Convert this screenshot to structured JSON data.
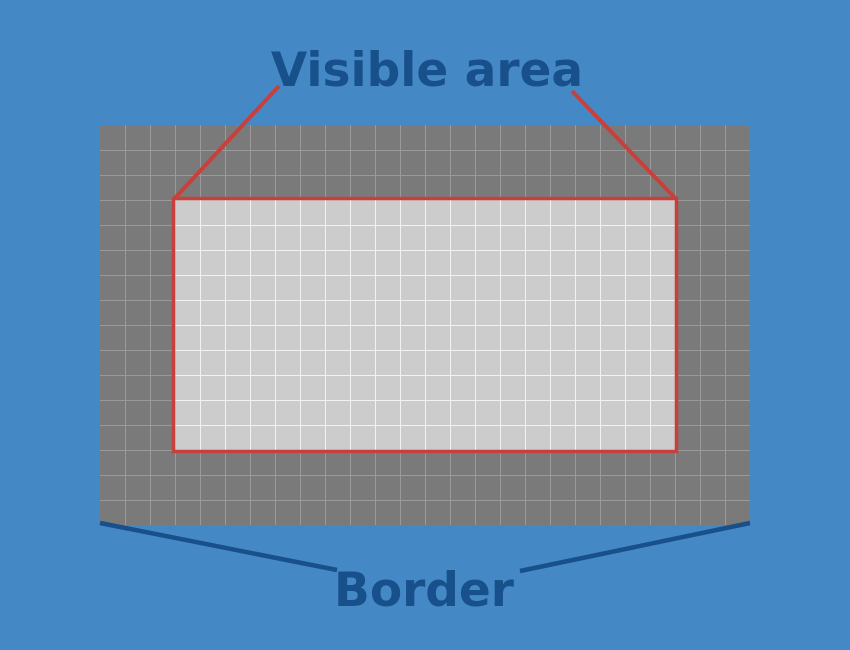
{
  "labels": {
    "visible_area": "Visible area",
    "border": "Border"
  },
  "colors": {
    "background": "#4488c6",
    "border_fill": "#7a7a7a",
    "border_grid": "#9a9a9a",
    "visible_fill": "#cccccc",
    "visible_grid": "#f2f2f2",
    "visible_outline": "#c8403c",
    "visible_callout": "#c8403c",
    "border_callout": "#17508a",
    "label_text": "#17508a"
  },
  "grid": {
    "columns": 26,
    "rows": 16,
    "visible_columns": [
      3,
      23
    ],
    "visible_rows": [
      3,
      13
    ]
  }
}
